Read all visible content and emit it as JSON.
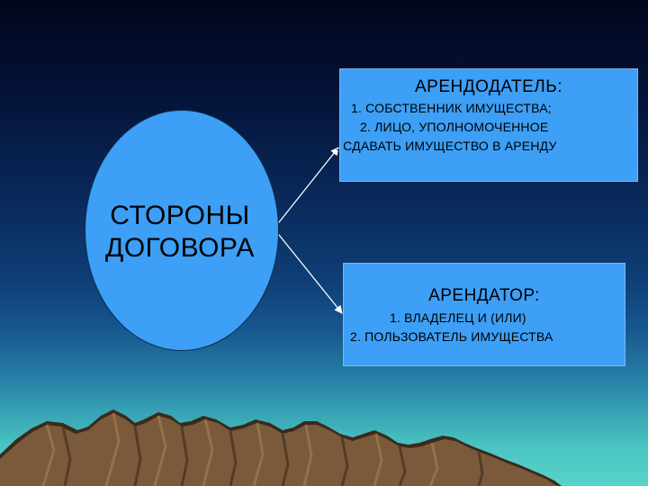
{
  "center": {
    "line1": "СТОРОНЫ",
    "line2": "ДОГОВОРА"
  },
  "lessor": {
    "title": "АРЕНДОДАТЕЛЬ:",
    "items": [
      "1.  СОБСТВЕННИК ИМУЩЕСТВА;",
      "2.  ЛИЦО, УПОЛНОМОЧЕННОЕ",
      ".  СДАВАТЬ ИМУЩЕСТВО В АРЕНДУ"
    ]
  },
  "lessee": {
    "title": "АРЕНДАТОР:",
    "items": [
      "1.  ВЛАДЕЛЕЦ И (ИЛИ)",
      "2.  ПОЛЬЗОВАТЕЛЬ ИМУЩЕСТВА"
    ]
  },
  "colors": {
    "shape_fill": "#3d9ff5",
    "sky_top": "#02051c",
    "sea": "#58d3c8",
    "mountain": "#7a5a3a",
    "arrow": "#ffffff"
  }
}
